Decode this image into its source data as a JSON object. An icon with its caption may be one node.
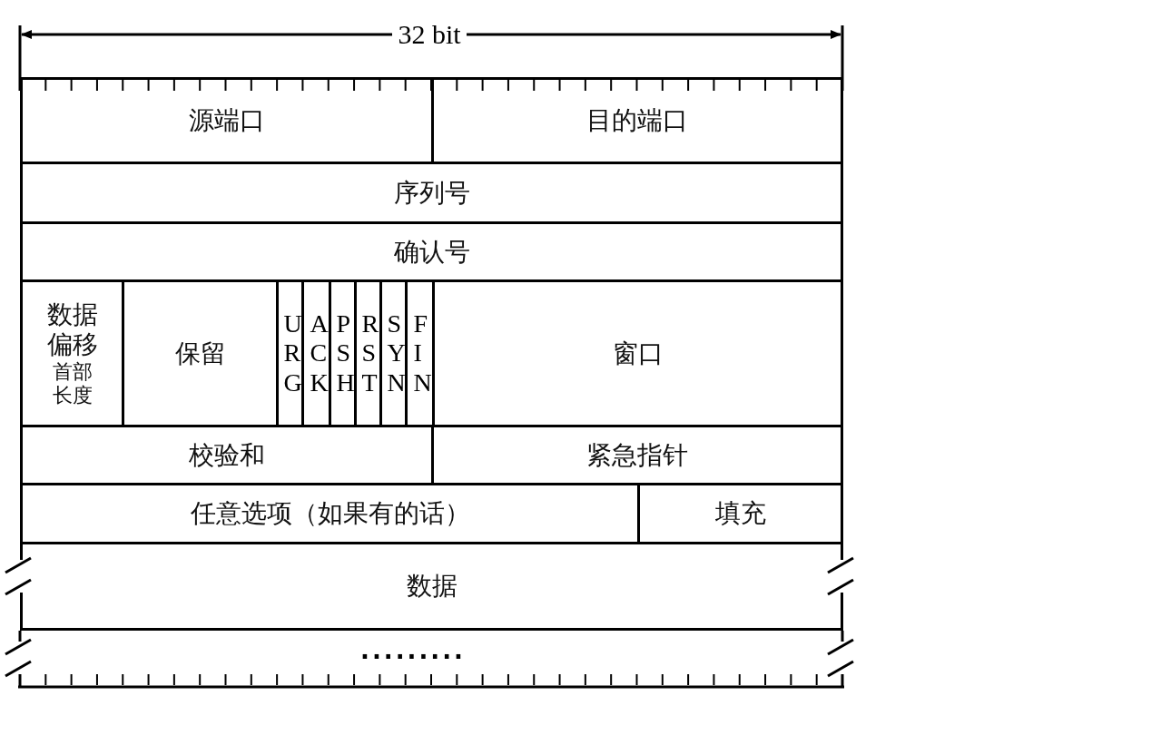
{
  "diagram": {
    "nodes": [
      {
        "text": [
          "源端口"
        ]
      },
      {
        "text": [
          "目的端口"
        ]
      },
      {
        "text": [
          "序列号"
        ]
      },
      {
        "text": [
          "确认号"
        ]
      },
      {
        "text": [
          "数据偏移",
          "首部长度"
        ]
      },
      {
        "text": [
          "保留"
        ]
      },
      {
        "text": [
          "URG"
        ]
      },
      {
        "text": [
          "ACK"
        ]
      },
      {
        "text": [
          "PSH"
        ]
      },
      {
        "text": [
          "RST"
        ]
      },
      {
        "text": [
          "SYN"
        ]
      },
      {
        "text": [
          "FIN"
        ]
      },
      {
        "text": [
          "窗口"
        ]
      },
      {
        "text": [
          "校验和"
        ]
      },
      {
        "text": [
          "紧急指针"
        ]
      },
      {
        "text": [
          "任意选项（如果有的话）"
        ]
      },
      {
        "text": [
          "填充"
        ]
      },
      {
        "text": [
          "数据"
        ]
      }
    ],
    "edges": [],
    "labels": [
      "32 bit",
      "........."
    ]
  }
}
